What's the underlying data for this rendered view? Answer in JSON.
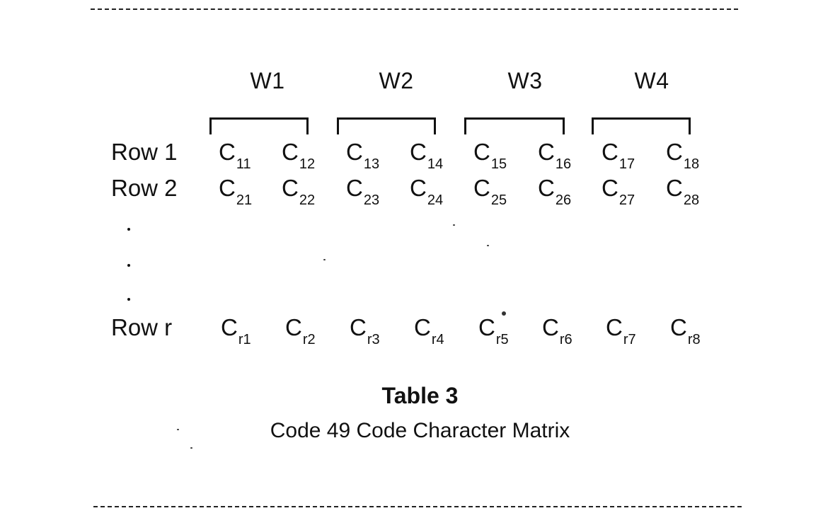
{
  "word_labels": [
    "W1",
    "W2",
    "W3",
    "W4"
  ],
  "rows": [
    {
      "label": "Row 1",
      "cells": [
        {
          "base": "C",
          "sub": "11"
        },
        {
          "base": "C",
          "sub": "12"
        },
        {
          "base": "C",
          "sub": "13"
        },
        {
          "base": "C",
          "sub": "14"
        },
        {
          "base": "C",
          "sub": "15"
        },
        {
          "base": "C",
          "sub": "16"
        },
        {
          "base": "C",
          "sub": "17"
        },
        {
          "base": "C",
          "sub": "18"
        }
      ]
    },
    {
      "label": "Row 2",
      "cells": [
        {
          "base": "C",
          "sub": "21"
        },
        {
          "base": "C",
          "sub": "22"
        },
        {
          "base": "C",
          "sub": "23"
        },
        {
          "base": "C",
          "sub": "24"
        },
        {
          "base": "C",
          "sub": "25"
        },
        {
          "base": "C",
          "sub": "26"
        },
        {
          "base": "C",
          "sub": "27"
        },
        {
          "base": "C",
          "sub": "28"
        }
      ]
    },
    {
      "label": "Row r",
      "cells": [
        {
          "base": "C",
          "sub": "r1"
        },
        {
          "base": "C",
          "sub": "r2"
        },
        {
          "base": "C",
          "sub": "r3"
        },
        {
          "base": "C",
          "sub": "r4"
        },
        {
          "base": "C",
          "sub": "r5"
        },
        {
          "base": "C",
          "sub": "r6"
        },
        {
          "base": "C",
          "sub": "r7"
        },
        {
          "base": "C",
          "sub": "r8"
        }
      ]
    }
  ],
  "caption": {
    "title": "Table 3",
    "subtitle": "Code 49 Code Character Matrix"
  }
}
